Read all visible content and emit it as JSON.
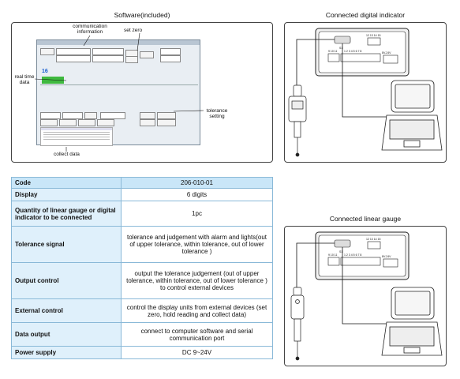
{
  "software": {
    "title": "Software(included)",
    "annotations": {
      "comm": "communication\ninformation",
      "set_zero": "set zero",
      "real_time": "real time\ndata",
      "tolerance": "tolerance\nsetting",
      "collect": "collect data"
    },
    "reading": "16"
  },
  "indicator_section": {
    "title": "Connected digital indicator",
    "port_s1": "S1",
    "port_group_a": "9 10 11",
    "port_group_b": "1 2 3 4 5 6 7 8",
    "port_group_c": "12 13 14 15",
    "power": "8V-24V"
  },
  "gauge_section": {
    "title": "Connected linear gauge",
    "port_s1": "S1",
    "port_group_a": "9 10 11",
    "port_group_b": "1 2 3 4 5 6 7 8",
    "port_group_c": "12 13 14 15",
    "power": "8V-24V"
  },
  "spec": {
    "header": {
      "key": "Code",
      "value": "206-010-01"
    },
    "rows": [
      {
        "key": "Display",
        "value": "6 digits"
      },
      {
        "key": "Quantity of linear gauge or digital indicator to be connected",
        "value": "1pc"
      },
      {
        "key": "Tolerance signal",
        "value": "tolerance and judgement with alarm and lights(out of upper tolerance, within tolerance, out of lower tolerance )"
      },
      {
        "key": "Output control",
        "value": "output the tolerance judgement (out of upper tolerance, within tolerance, out of lower tolerance ) to control external devices"
      },
      {
        "key": "External control",
        "value": "control the display units from external devices (set zero, hold reading and collect data)"
      },
      {
        "key": "Data output",
        "value": "connect to computer software and serial communication port"
      },
      {
        "key": "Power supply",
        "value": "DC 9~24V"
      }
    ]
  }
}
